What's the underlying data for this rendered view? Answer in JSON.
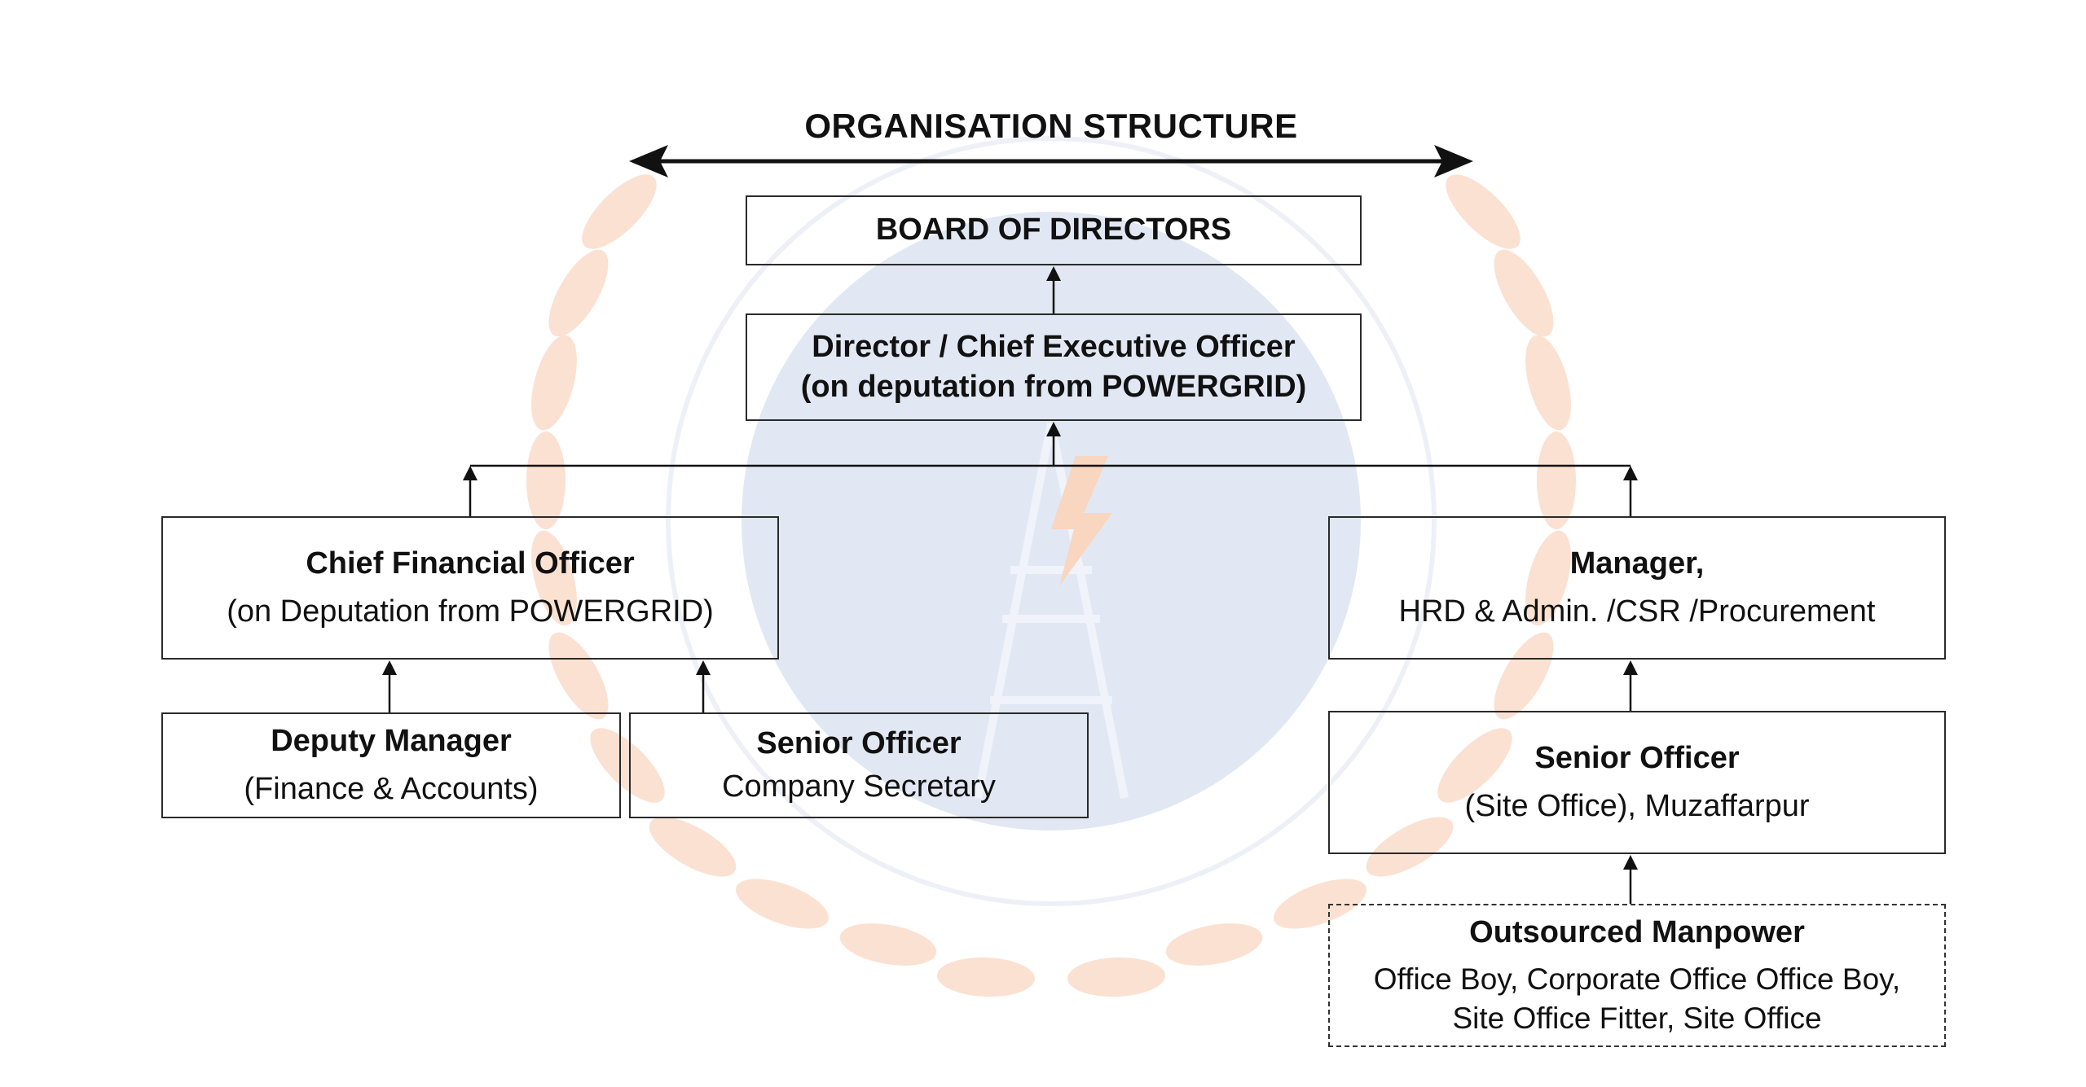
{
  "title": "ORGANISATION STRUCTURE",
  "colors": {
    "line": "#111111",
    "box_border": "#2a2a2a",
    "watermark_laurel": "#f7c9ad",
    "watermark_disc": "#c9d6ea",
    "watermark_text": "#d7e0ee"
  },
  "nodes": {
    "board": {
      "title": "BOARD OF DIRECTORS"
    },
    "director": {
      "line1": "Director / Chief Executive Officer",
      "line2": "(on deputation from POWERGRID)"
    },
    "cfo": {
      "title": "Chief Financial Officer",
      "subtitle": "(on Deputation from POWERGRID)"
    },
    "manager": {
      "title": "Manager,",
      "subtitle": "HRD & Admin. /CSR /Procurement"
    },
    "deputy_manager": {
      "title": "Deputy Manager",
      "subtitle": "(Finance & Accounts)"
    },
    "senior_officer_cs": {
      "title": "Senior Officer",
      "subtitle": "Company Secretary"
    },
    "senior_officer_site": {
      "title": "Senior Officer",
      "subtitle": "(Site Office), Muzaffarpur"
    },
    "outsourced": {
      "title": "Outsourced Manpower",
      "line1": "Office Boy, Corporate Office Office Boy,",
      "line2": "Site Office Fitter, Site Office"
    }
  }
}
